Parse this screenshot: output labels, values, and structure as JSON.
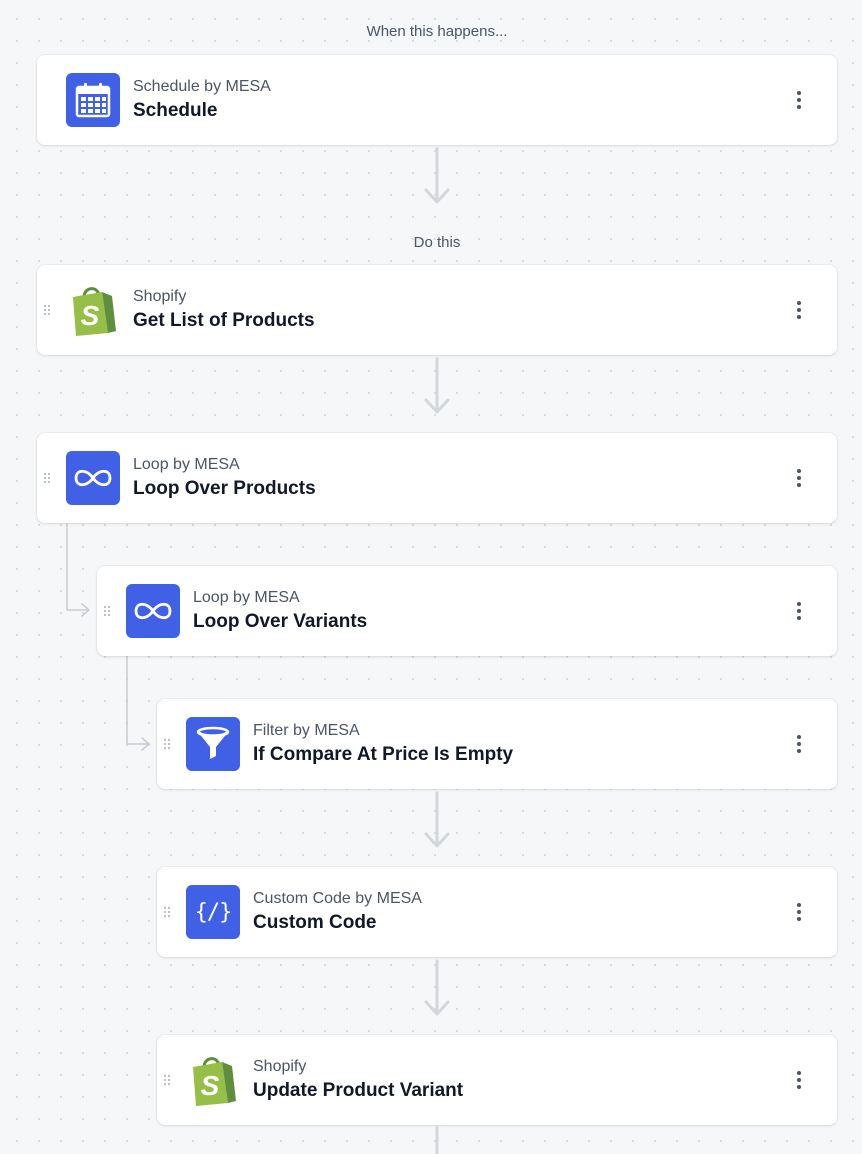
{
  "trigger_label": "When this happens...",
  "action_label": "Do this",
  "steps": [
    {
      "app": "Schedule by MESA",
      "title": "Schedule",
      "icon": "calendar-icon"
    },
    {
      "app": "Shopify",
      "title": "Get List of Products",
      "icon": "shopify-bag-icon"
    },
    {
      "app": "Loop by MESA",
      "title": "Loop Over Products",
      "icon": "infinity-icon"
    },
    {
      "app": "Loop by MESA",
      "title": "Loop Over Variants",
      "icon": "infinity-icon"
    },
    {
      "app": "Filter by MESA",
      "title": "If Compare At Price Is Empty",
      "icon": "funnel-icon"
    },
    {
      "app": "Custom Code by MESA",
      "title": "Custom Code",
      "icon": "code-braces-icon",
      "glyph": "{/}"
    },
    {
      "app": "Shopify",
      "title": "Update Product Variant",
      "icon": "shopify-bag-icon"
    }
  ],
  "colors": {
    "mesa_blue": "#4060e6",
    "shopify_green": "#95bf47",
    "shopify_dark": "#5e8e3e"
  }
}
